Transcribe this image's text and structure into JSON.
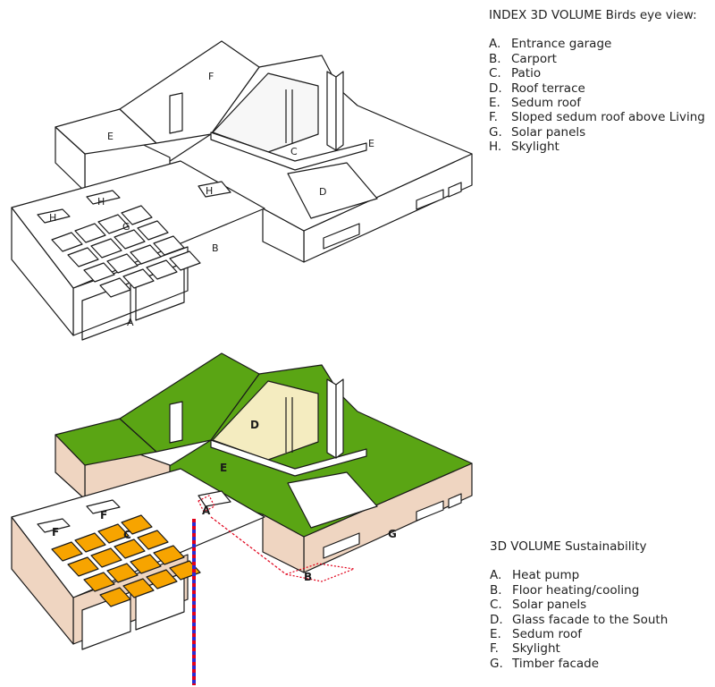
{
  "index_legend": {
    "title": "INDEX 3D VOLUME Birds eye view:",
    "items": [
      {
        "key": "A.",
        "text": "Entrance garage"
      },
      {
        "key": "B.",
        "text": "Carport"
      },
      {
        "key": "C.",
        "text": "Patio"
      },
      {
        "key": "D.",
        "text": "Roof terrace"
      },
      {
        "key": "E.",
        "text": "Sedum roof"
      },
      {
        "key": "F.",
        "text": "Sloped sedum roof above Living"
      },
      {
        "key": "G.",
        "text": "Solar panels"
      },
      {
        "key": "H.",
        "text": "Skylight"
      }
    ]
  },
  "sustainability_legend": {
    "title": "3D VOLUME Sustainability",
    "items": [
      {
        "key": "A.",
        "text": "Heat pump"
      },
      {
        "key": "B.",
        "text": "Floor heating/cooling"
      },
      {
        "key": "C.",
        "text": "Solar panels"
      },
      {
        "key": "D.",
        "text": "Glass facade to the South"
      },
      {
        "key": "E.",
        "text": "Sedum roof"
      },
      {
        "key": "F.",
        "text": "Skylight"
      },
      {
        "key": "G.",
        "text": "Timber facade"
      }
    ]
  },
  "top_labels": {
    "a": "A",
    "b": "B",
    "c": "C",
    "d": "D",
    "e1": "E",
    "e2": "E",
    "f": "F",
    "g": "G",
    "h1": "H",
    "h2": "H",
    "h3": "H"
  },
  "bottom_labels": {
    "a": "A",
    "b": "B",
    "c": "C",
    "d": "D",
    "e": "E",
    "f1": "F",
    "f2": "F",
    "g": "G"
  },
  "colors": {
    "sedum": "#5aa514",
    "timber": "#efd5c1",
    "solar": "#f7a400",
    "glass": "#f4ecc0",
    "pipe_red": "#e0001a",
    "pipe_blue": "#2a2ad0",
    "line": "#1a1a1a"
  }
}
